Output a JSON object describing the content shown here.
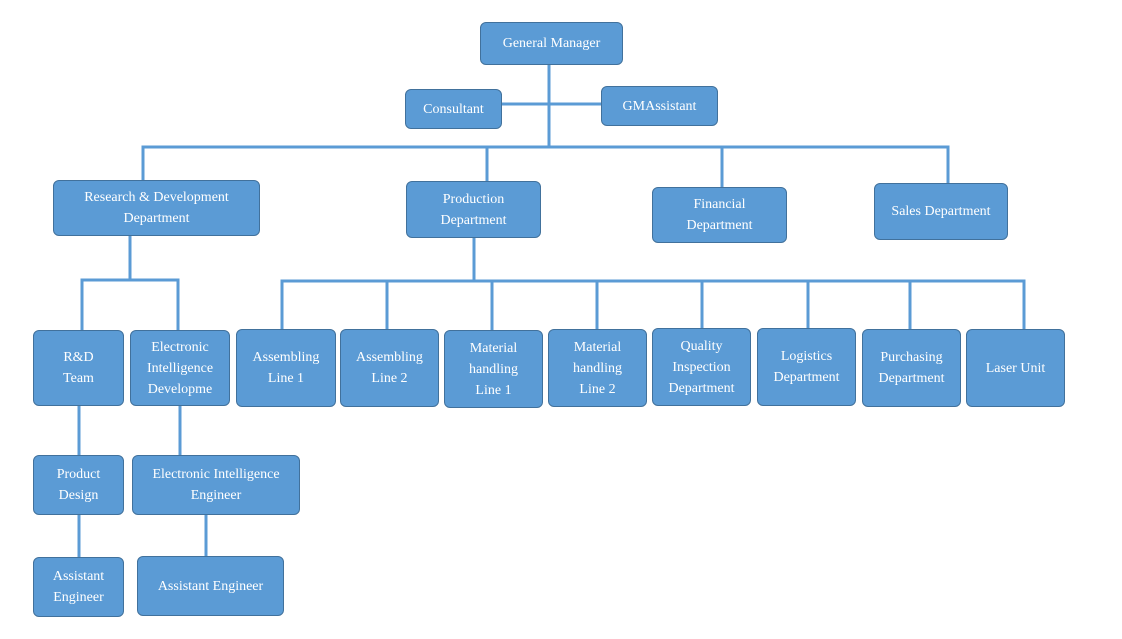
{
  "org_chart": {
    "general_manager": "General Manager",
    "consultant": "Consultant",
    "gm_assistant": "GMAssistant",
    "rd_department": "Research & Development\nDepartment",
    "production_department": "Production\nDepartment",
    "financial_department": "Financial\nDepartment",
    "sales_department": "Sales Department",
    "rd_team": "R&D\nTeam",
    "electronic_intelligence_development": "Electronic\nIntelligence\nDevelopme",
    "product_design": "Product\nDesign",
    "electronic_intelligence_engineer": "Electronic Intelligence\nEngineer",
    "assistant_engineer_left": "Assistant\nEngineer",
    "assistant_engineer_right": "Assistant Engineer",
    "assembling_line_1": "Assembling\nLine 1",
    "assembling_line_2": "Assembling\nLine 2",
    "material_handling_line_1": "Material\nhandling\nLine 1",
    "material_handling_line_2": "Material\nhandling\nLine 2",
    "quality_inspection_department": "Quality\nInspection\nDepartment",
    "logistics_department": "Logistics\nDepartment",
    "purchasing_department": "Purchasing\nDepartment",
    "laser_unit": "Laser Unit"
  },
  "colors": {
    "box_fill": "#5b9bd5",
    "box_border": "#41719c",
    "connector": "#5b9bd5",
    "text": "#ffffff"
  }
}
